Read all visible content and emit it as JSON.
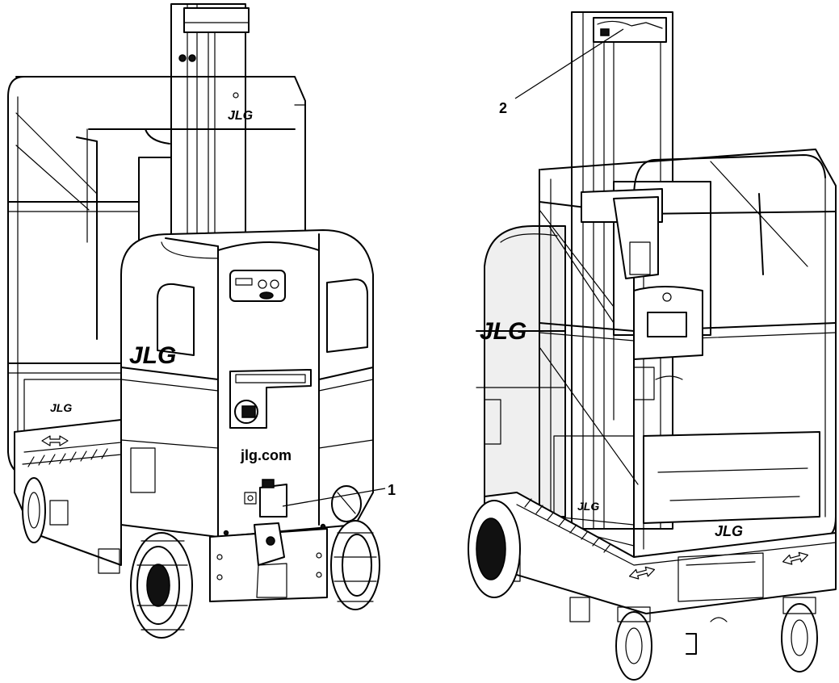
{
  "figure": {
    "callouts": [
      {
        "number": "1",
        "target": "lower-control-panel"
      },
      {
        "number": "2",
        "target": "mast-top"
      }
    ],
    "website": "jlg.com",
    "brand_mark": "JLG",
    "icons": [
      "double-arrow-icon",
      "key-switch-icon",
      "gauge-icon"
    ]
  }
}
